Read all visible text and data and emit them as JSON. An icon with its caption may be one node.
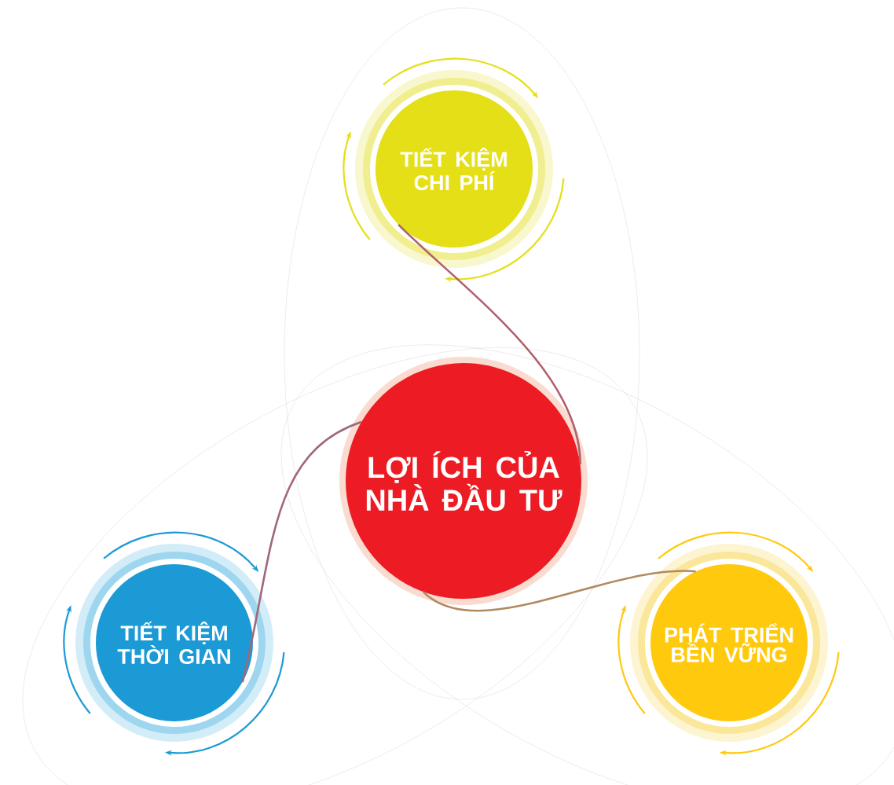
{
  "diagram": {
    "nodes": [
      {
        "text": [
          "LỢI ÍCH CỦA NHÀ ĐẦU TƯ"
        ]
      },
      {
        "text": [
          "TIẾT KIỆM CHI PHÍ"
        ]
      },
      {
        "text": [
          "TIẾT KIỆM THỜI GIAN"
        ]
      },
      {
        "text": [
          "PHÁT TRIỂN BỀN VỮNG"
        ]
      }
    ],
    "edges": [
      {
        "from": 0,
        "to": 1,
        "arrow": "none"
      },
      {
        "from": 0,
        "to": 2,
        "arrow": "none"
      },
      {
        "from": 0,
        "to": 3,
        "arrow": "none"
      }
    ]
  }
}
